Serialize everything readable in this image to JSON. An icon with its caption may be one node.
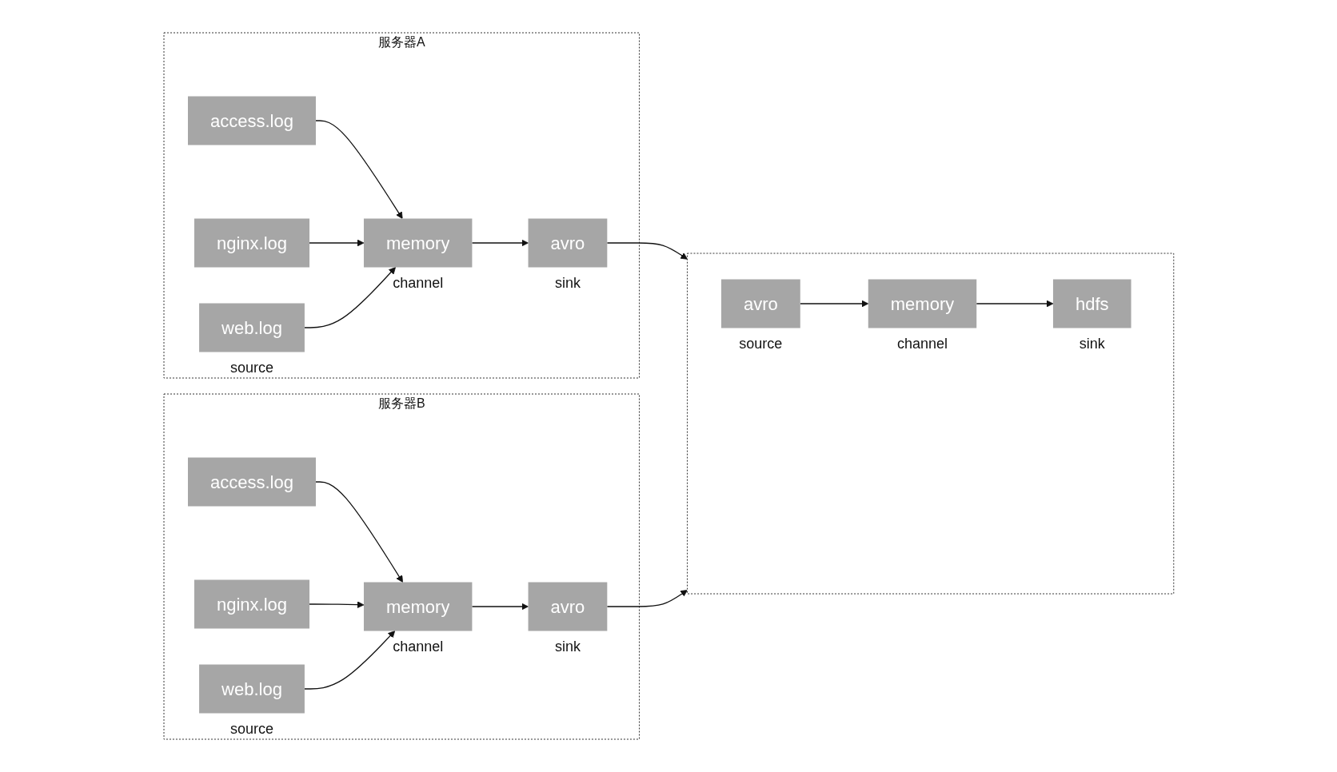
{
  "diagram": {
    "nodes": [
      {
        "text": [
          "服务器A"
        ]
      },
      {
        "text": [
          "access.log"
        ],
        "in": 0
      },
      {
        "text": [
          "nginx.log"
        ],
        "in": 0
      },
      {
        "text": [
          "web.log"
        ],
        "in": 0,
        "beside": [
          "source"
        ]
      },
      {
        "text": [
          "memory"
        ],
        "in": 0,
        "beside": [
          "channel"
        ]
      },
      {
        "text": [
          "avro"
        ],
        "in": 0,
        "beside": [
          "sink"
        ]
      },
      {
        "text": [
          "服务器B"
        ]
      },
      {
        "text": [
          "access.log"
        ],
        "in": 6
      },
      {
        "text": [
          "nginx.log"
        ],
        "in": 6
      },
      {
        "text": [
          "web.log"
        ],
        "in": 6,
        "beside": [
          "source"
        ]
      },
      {
        "text": [
          "memory"
        ],
        "in": 6,
        "beside": [
          "channel"
        ]
      },
      {
        "text": [
          "avro"
        ],
        "in": 6,
        "beside": [
          "sink"
        ]
      },
      {
        "text": [],
        "shape": "box"
      },
      {
        "text": [
          "avro"
        ],
        "in": 12,
        "beside": [
          "source"
        ]
      },
      {
        "text": [
          "memory"
        ],
        "in": 12,
        "beside": [
          "channel"
        ]
      },
      {
        "text": [
          "hdfs"
        ],
        "in": 12,
        "beside": [
          "sink"
        ]
      }
    ],
    "edges": [
      {
        "from": 1,
        "to": 4,
        "arrow": "to"
      },
      {
        "from": 2,
        "to": 4,
        "arrow": "to"
      },
      {
        "from": 3,
        "to": 4,
        "arrow": "to"
      },
      {
        "from": 4,
        "to": 5,
        "arrow": "to"
      },
      {
        "from": 7,
        "to": 10,
        "arrow": "to"
      },
      {
        "from": 8,
        "to": 10,
        "arrow": "to"
      },
      {
        "from": 9,
        "to": 10,
        "arrow": "to"
      },
      {
        "from": 10,
        "to": 11,
        "arrow": "to"
      },
      {
        "from": 5,
        "to": 12,
        "arrow": "to"
      },
      {
        "from": 11,
        "to": 12,
        "arrow": "to"
      },
      {
        "from": 13,
        "to": 14,
        "arrow": "to"
      },
      {
        "from": 14,
        "to": 15,
        "arrow": "to"
      }
    ]
  }
}
